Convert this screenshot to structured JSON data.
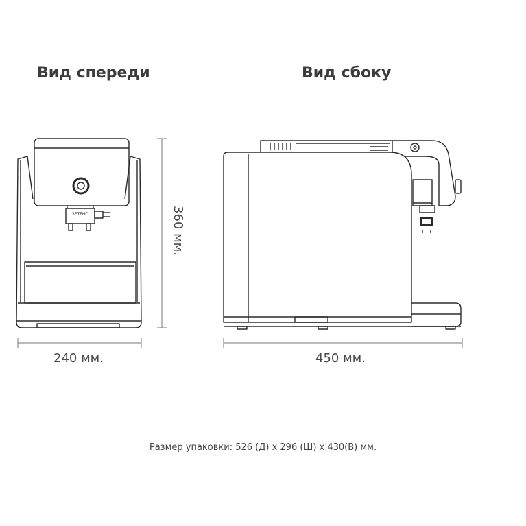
{
  "views": {
    "front_title": "Вид спереди",
    "side_title": "Вид сбоку"
  },
  "dimensions": {
    "height": "360 мм.",
    "width": "240 мм.",
    "length": "450 мм."
  },
  "package_note": "Размер упаковки: 526 (Д) x 296 (Ш) x 430(В) мм.",
  "brand_label": "ЗЕТЕНО",
  "line_color": "#2b2b2b"
}
